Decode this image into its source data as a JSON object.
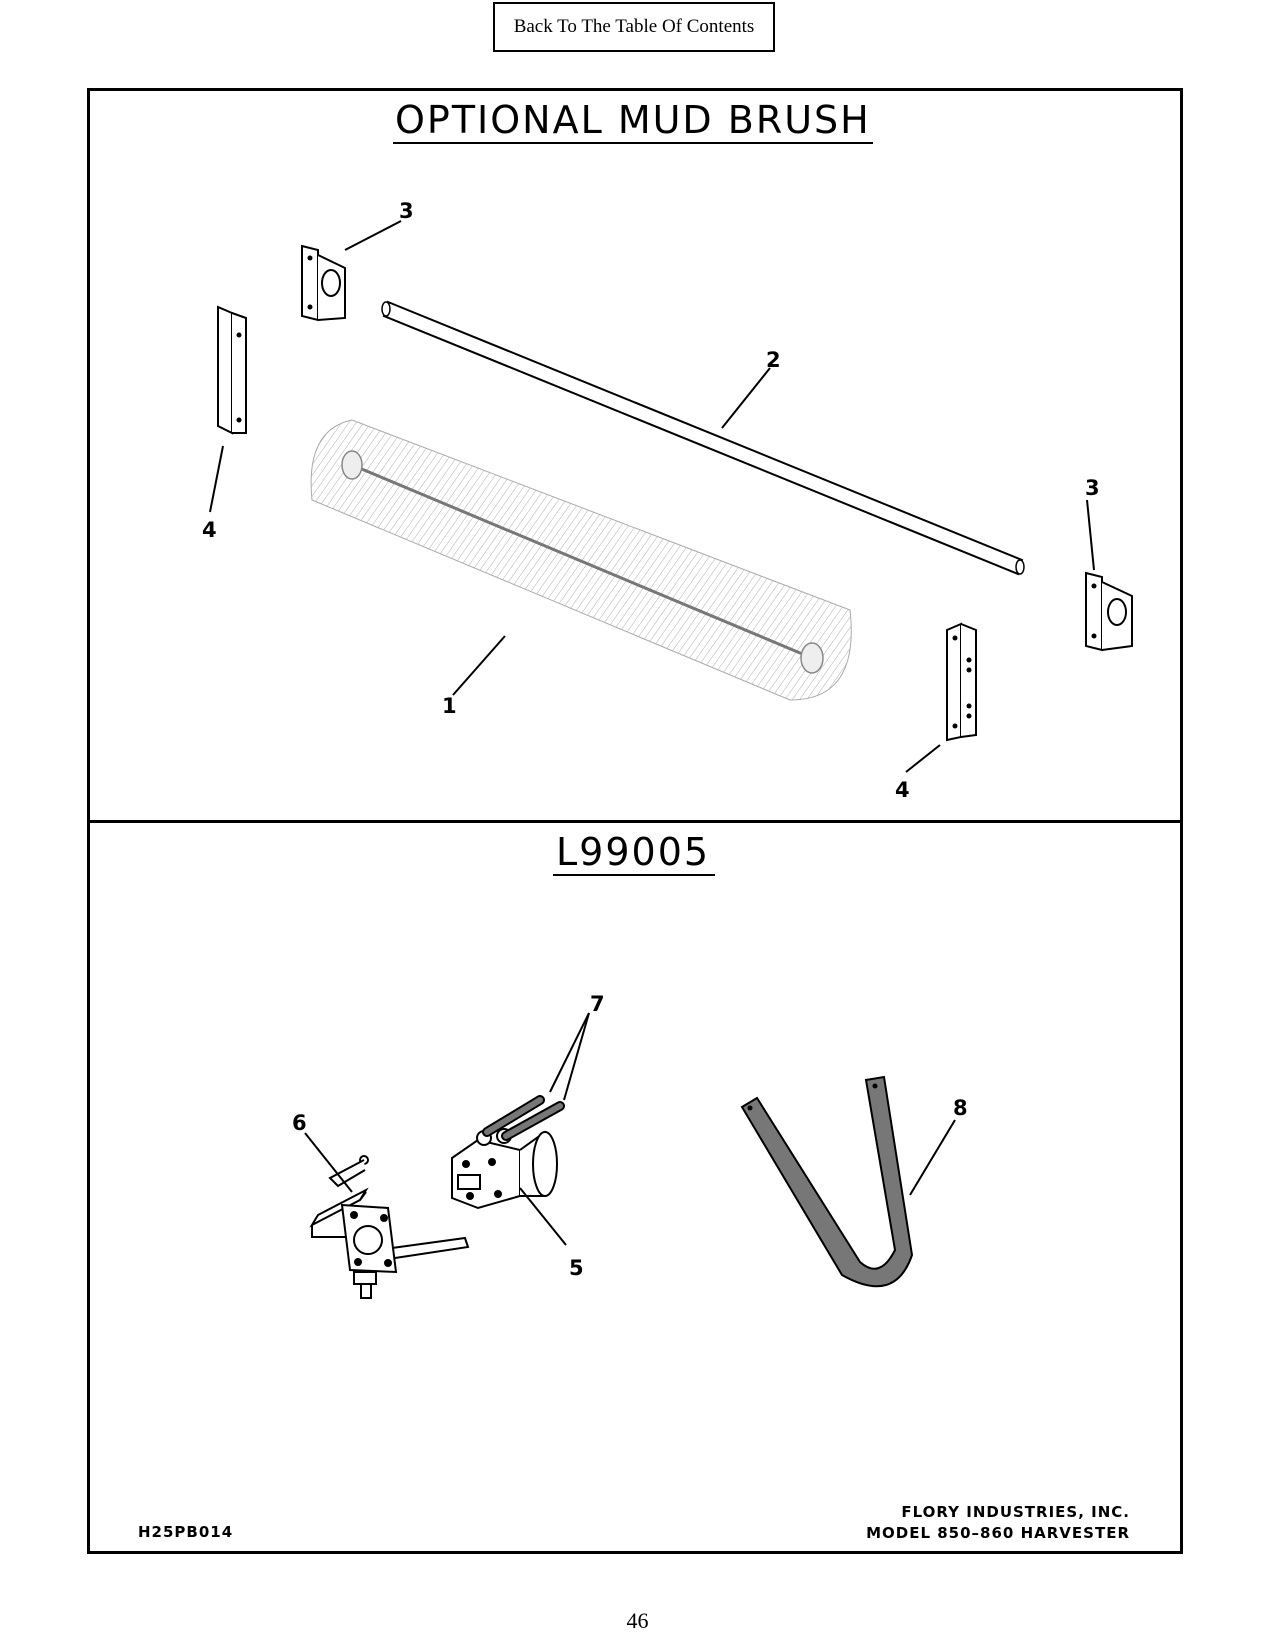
{
  "nav": {
    "toc_label": "Back To The Table Of Contents"
  },
  "upper_panel": {
    "title": "OPTIONAL MUD BRUSH",
    "callouts": [
      "3",
      "2",
      "4",
      "3",
      "1",
      "4"
    ]
  },
  "lower_panel": {
    "title": "L99005",
    "callouts": [
      "7",
      "6",
      "8",
      "5"
    ]
  },
  "footer": {
    "drawing_number": "H25PB014",
    "company": "FLORY INDUSTRIES, INC.",
    "model": "MODEL 850–860 HARVESTER",
    "page_number": "46"
  }
}
